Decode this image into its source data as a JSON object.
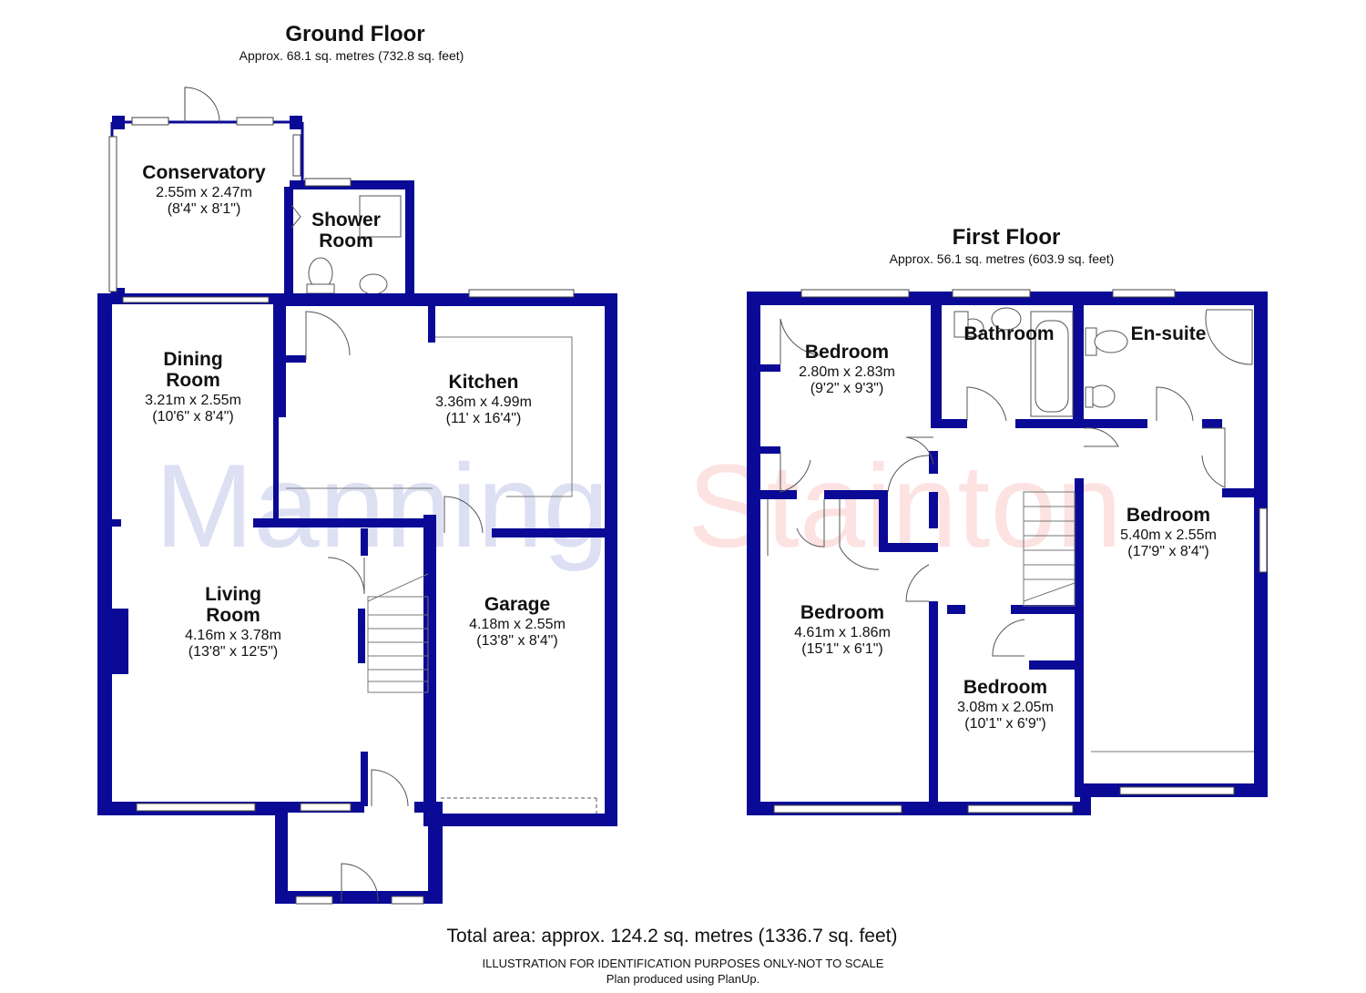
{
  "ground_floor": {
    "title": "Ground Floor",
    "area": "Approx. 68.1 sq. metres (732.8 sq. feet)",
    "rooms": [
      {
        "name_lines": [
          "Conservatory"
        ],
        "metric": "2.55m x 2.47m",
        "imperial": "(8'4\" x 8'1\")"
      },
      {
        "name_lines": [
          "Shower",
          "Room"
        ],
        "metric": "",
        "imperial": ""
      },
      {
        "name_lines": [
          "Dining",
          "Room"
        ],
        "metric": "3.21m x 2.55m",
        "imperial": "(10'6\" x 8'4\")"
      },
      {
        "name_lines": [
          "Kitchen"
        ],
        "metric": "3.36m x 4.99m",
        "imperial": "(11' x 16'4\")"
      },
      {
        "name_lines": [
          "Living",
          "Room"
        ],
        "metric": "4.16m x 3.78m",
        "imperial": "(13'8\" x 12'5\")"
      },
      {
        "name_lines": [
          "Garage"
        ],
        "metric": "4.18m x 2.55m",
        "imperial": "(13'8\" x 8'4\")"
      }
    ]
  },
  "first_floor": {
    "title": "First Floor",
    "area": "Approx. 56.1 sq. metres (603.9 sq. feet)",
    "rooms": [
      {
        "name_lines": [
          "Bedroom"
        ],
        "metric": "2.80m x 2.83m",
        "imperial": "(9'2\" x 9'3\")"
      },
      {
        "name_lines": [
          "Bathroom"
        ],
        "metric": "",
        "imperial": ""
      },
      {
        "name_lines": [
          "En-suite"
        ],
        "metric": "",
        "imperial": ""
      },
      {
        "name_lines": [
          "Bedroom"
        ],
        "metric": "5.40m x 2.55m",
        "imperial": "(17'9\" x 8'4\")"
      },
      {
        "name_lines": [
          "Bedroom"
        ],
        "metric": "4.61m x 1.86m",
        "imperial": "(15'1\" x 6'1\")"
      },
      {
        "name_lines": [
          "Bedroom"
        ],
        "metric": "3.08m x 2.05m",
        "imperial": "(10'1\" x 6'9\")"
      }
    ]
  },
  "watermark": {
    "part1": "Manning",
    "part2": "Stainton"
  },
  "footer": {
    "total": "Total area: approx. 124.2 sq. metres (1336.7 sq. feet)",
    "disclaimer": "ILLUSTRATION FOR IDENTIFICATION PURPOSES ONLY-NOT TO SCALE",
    "credit": "Plan produced using PlanUp."
  },
  "colors": {
    "wall": "#0a0a96",
    "watermark_blue": "#dde0f3",
    "watermark_red": "#fde2e2",
    "text": "#111111"
  }
}
